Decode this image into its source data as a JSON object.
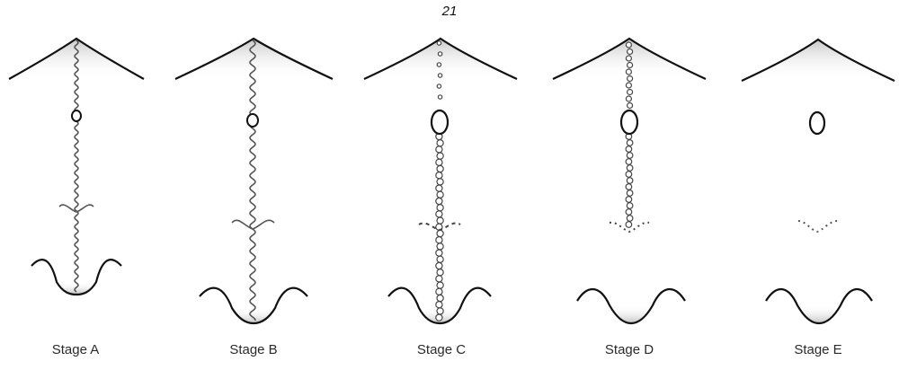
{
  "page_number": "21",
  "stages": [
    {
      "label": "Stage A"
    },
    {
      "label": "Stage B"
    },
    {
      "label": "Stage C"
    },
    {
      "label": "Stage D"
    },
    {
      "label": "Stage E"
    }
  ],
  "colors": {
    "outline": "#111111",
    "cord": "#555555",
    "shade": "#c8c8c8"
  }
}
